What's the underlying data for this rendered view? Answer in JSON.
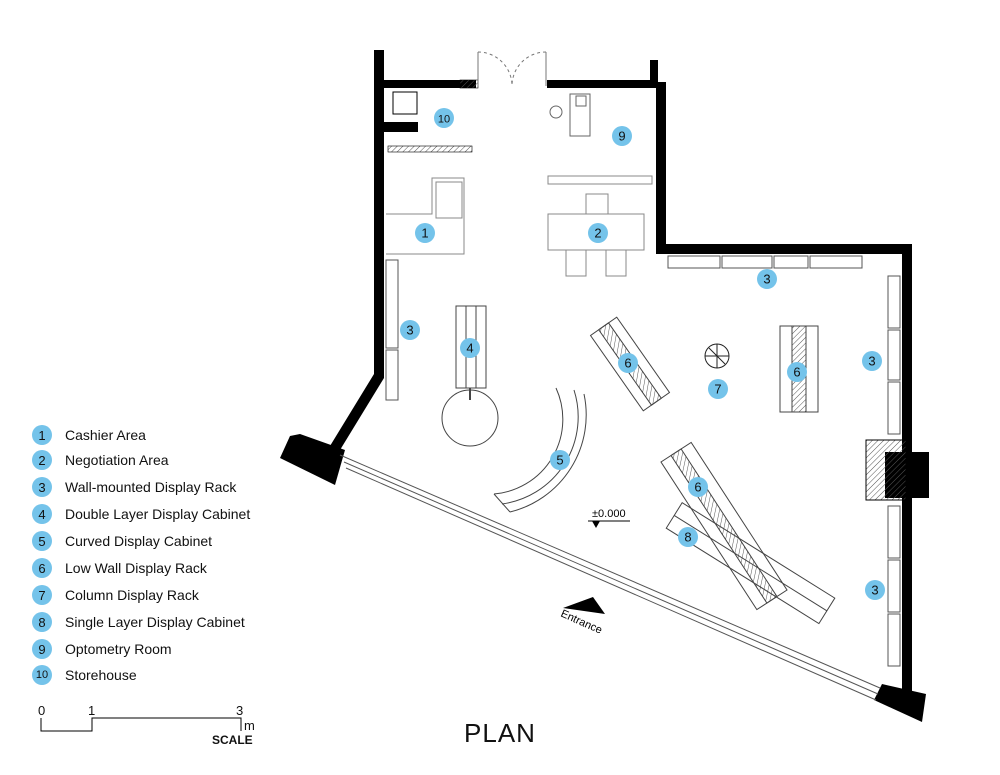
{
  "title": "PLAN",
  "legend": [
    {
      "num": "1",
      "label": "Cashier Area"
    },
    {
      "num": "2",
      "label": "Negotiation Area"
    },
    {
      "num": "3",
      "label": "Wall-mounted Display Rack"
    },
    {
      "num": "4",
      "label": "Double Layer Display Cabinet"
    },
    {
      "num": "5",
      "label": "Curved Display Cabinet"
    },
    {
      "num": "6",
      "label": "Low Wall Display Rack"
    },
    {
      "num": "7",
      "label": "Column Display Rack"
    },
    {
      "num": "8",
      "label": "Single Layer Display Cabinet"
    },
    {
      "num": "9",
      "label": "Optometry Room"
    },
    {
      "num": "10",
      "label": "Storehouse"
    }
  ],
  "plan_markers": [
    "1",
    "2",
    "3",
    "3",
    "3",
    "3",
    "4",
    "5",
    "6",
    "6",
    "6",
    "7",
    "8",
    "9",
    "10"
  ],
  "level_mark": "±0.000",
  "entrance_label": "Entrance",
  "scale": {
    "tick_0": "0",
    "tick_1": "1",
    "tick_3": "3",
    "unit": "m",
    "label": "SCALE"
  },
  "colors": {
    "marker": "#74c3ea",
    "wall": "#000000"
  }
}
